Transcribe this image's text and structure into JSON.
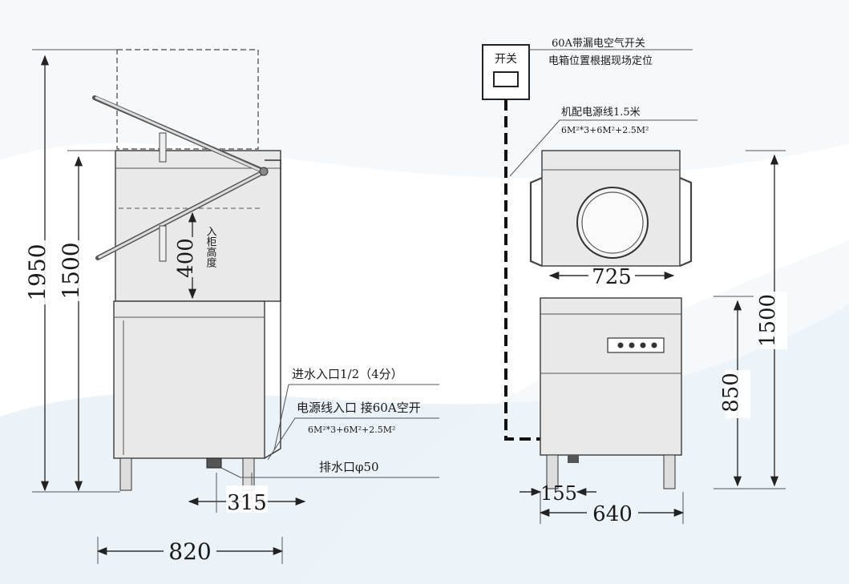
{
  "colors": {
    "background_wave": "#dbe8f3",
    "background_wave_light": "#eef4f9",
    "machine_fill": "#e9e9e9",
    "machine_stroke": "#3a3a3a",
    "dimension_line": "#2a2a2a"
  },
  "side_view": {
    "dim_total_height": "1950",
    "dim_body_height": "1500",
    "dim_lift_height": "400",
    "lift_label": "入柜高度",
    "dim_drain_offset": "315",
    "dim_width": "820",
    "callout_water_inlet": "进水入口1/2（4分）",
    "callout_power_inlet": "电源线入口 接60A空开",
    "callout_power_spec": "6M²*3+6M²+2.5M²",
    "callout_drain": "排水口φ50"
  },
  "front_view": {
    "switch_label": "开关",
    "switch_note_line1": "60A带漏电空气开关",
    "switch_note_line2": "电箱位置根据现场定位",
    "cable_note_line1": "机配电源线1.5米",
    "cable_note_line2": "6M²*3+6M²+2.5M²",
    "dim_hood_width": "725",
    "dim_total_height": "1500",
    "dim_table_height": "850",
    "dim_leg_offset": "155",
    "dim_width": "640"
  }
}
